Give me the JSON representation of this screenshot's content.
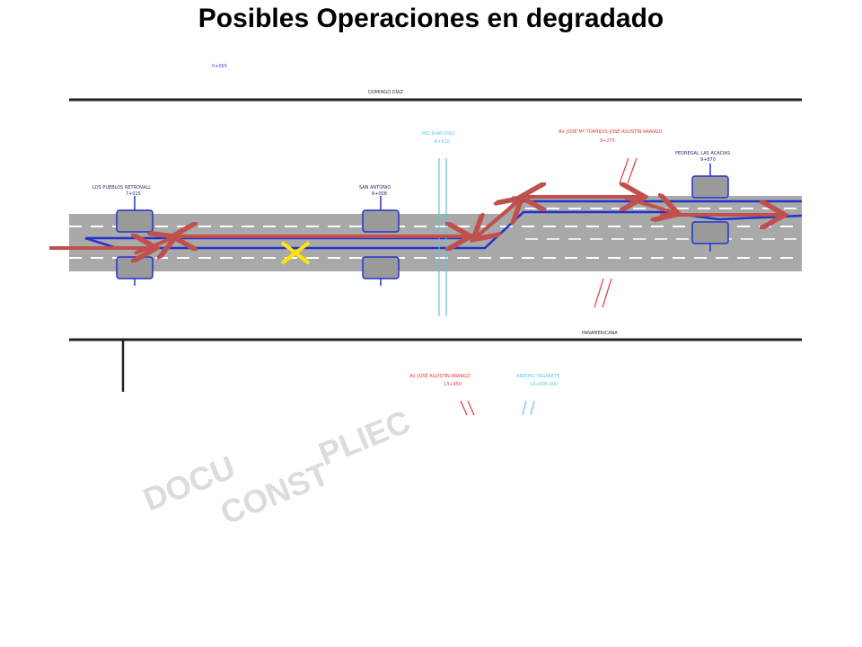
{
  "title": "Posibles Operaciones en degradado",
  "labels": {
    "top_pk": "0+095",
    "top_road": "DOMINGO DÍAZ",
    "bottom_road": "PANAMERICANA",
    "station_1": "LOS PUEBLOS RETROVALL",
    "station_1_pk": "7+015",
    "station_2": "SAN ANTONIO",
    "station_2_pk": "8+008",
    "station_3": "PEDREGAL LAS ACACIAS",
    "station_3_pk": "9+870",
    "crossing_1": "RÍO JUAN DÍAZ",
    "crossing_1_pk": "8+610",
    "crossing_2": "AV. JOSÉ Mª TORRIJOS-JOSÉ AGUSTÍN ARANGO",
    "crossing_2_pk": "9+275",
    "crossing_3": "AV. JOSÉ AGUSTÍN ARANGO",
    "crossing_3_pk": "13+950",
    "crossing_4": "ARROYO TAGARETE",
    "crossing_4_pk": "14+000,000"
  },
  "watermark": [
    "DOCU",
    "CONST",
    "PLIEC"
  ],
  "colors": {
    "track": "#2233cc",
    "route_arrow": "#c0504d",
    "fault_mark": "#ffe600",
    "corridor": "#a9a9a9",
    "station": "#9a9a9a"
  }
}
